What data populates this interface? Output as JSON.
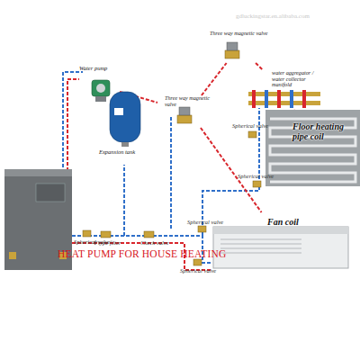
{
  "diagram": {
    "title": "HEAT PUMP FOR HOUSE HEATING",
    "nodes": [
      {
        "text": [
          "Water pump"
        ]
      },
      {
        "text": [
          "Expansion tank"
        ]
      },
      {
        "text": [
          "Three way magnetic valve"
        ]
      },
      {
        "text": [
          "Three way magnetic valve"
        ]
      },
      {
        "text": [
          "water aggregator / water collector manifold"
        ]
      },
      {
        "text": [
          "Floor heating pipe coil"
        ]
      },
      {
        "text": [
          "Fan coil"
        ]
      }
    ],
    "edges": [
      {
        "from": 0,
        "to": 2,
        "arrow": "none"
      },
      {
        "from": 2,
        "to": 3,
        "arrow": "none"
      },
      {
        "from": 3,
        "to": 4,
        "arrow": "none"
      },
      {
        "from": 4,
        "to": 5,
        "arrow": "none"
      },
      {
        "from": 2,
        "to": 6,
        "arrow": "none"
      }
    ],
    "labels": [
      "Spherical valve",
      "Spherical valve",
      "Spherical valve",
      "Spherical valve",
      "Spherical valve",
      "Y type filter",
      "Check valve",
      "gdluckingstar.en.alibaba.com"
    ]
  }
}
